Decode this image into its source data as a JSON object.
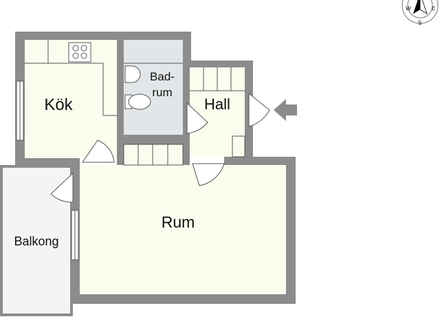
{
  "rooms": {
    "kitchen": "Kök",
    "bathroom_line1": "Bad-",
    "bathroom_line2": "rum",
    "hall": "Hall",
    "living": "Rum",
    "balcony": "Balkong"
  },
  "compass": {
    "west": "W",
    "east": "E",
    "south": "S"
  },
  "colors": {
    "wall": "#8c8c8c",
    "floor": "#fbfbee",
    "bath": "#e3e6e8",
    "balcony": "#f4f4f2"
  }
}
